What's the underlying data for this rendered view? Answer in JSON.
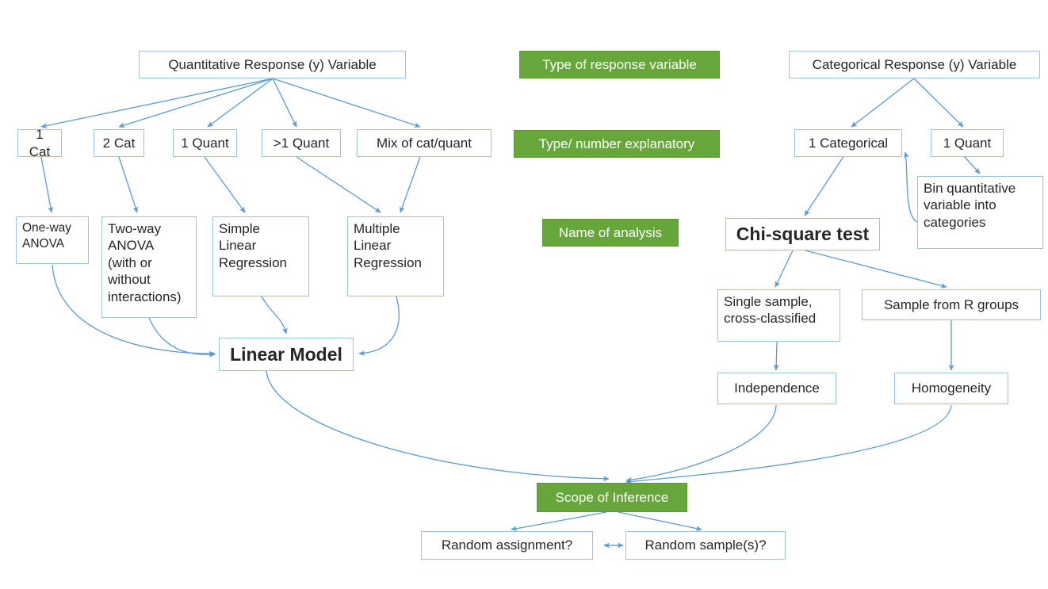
{
  "diagram": {
    "title": "Statistical analysis decision flowchart",
    "accent_box_color": "#66a63a",
    "node_border_color": "#9dc3e6",
    "arrow_color": "#5b9bd5",
    "background": "#ffffff"
  },
  "stage_labels": [
    {
      "id": "stage-response-type",
      "text": "Type of response variable"
    },
    {
      "id": "stage-explanatory",
      "text": "Type/ number explanatory"
    },
    {
      "id": "stage-analysis-name",
      "text": "Name of analysis"
    },
    {
      "id": "stage-scope",
      "text": "Scope of Inference"
    }
  ],
  "left_branch": {
    "root": "Quantitative Response  (y) Variable",
    "explanatory": [
      "1 Cat",
      "2 Cat",
      "1 Quant",
      ">1 Quant",
      "Mix of cat/quant"
    ],
    "analyses": [
      "One-way\nANOVA",
      "Two-way\nANOVA\n(with or\nwithout\ninteractions)",
      "Simple\nLinear\nRegression",
      "Multiple\nLinear\nRegression"
    ],
    "result": "Linear Model"
  },
  "right_branch": {
    "root": "Categorical Response  (y) Variable",
    "explanatory": [
      "1 Categorical",
      "1 Quant"
    ],
    "bin_note": "Bin quantitative\nvariable  into\ncategories",
    "result": "Chi-square test",
    "designs": [
      "Single sample,\ncross-classified",
      "Sample from R groups"
    ],
    "tests": [
      "Independence",
      "Homogeneity"
    ]
  },
  "scope": {
    "label": "Scope of Inference",
    "questions": [
      "Random assignment?",
      "Random sample(s)?"
    ]
  }
}
